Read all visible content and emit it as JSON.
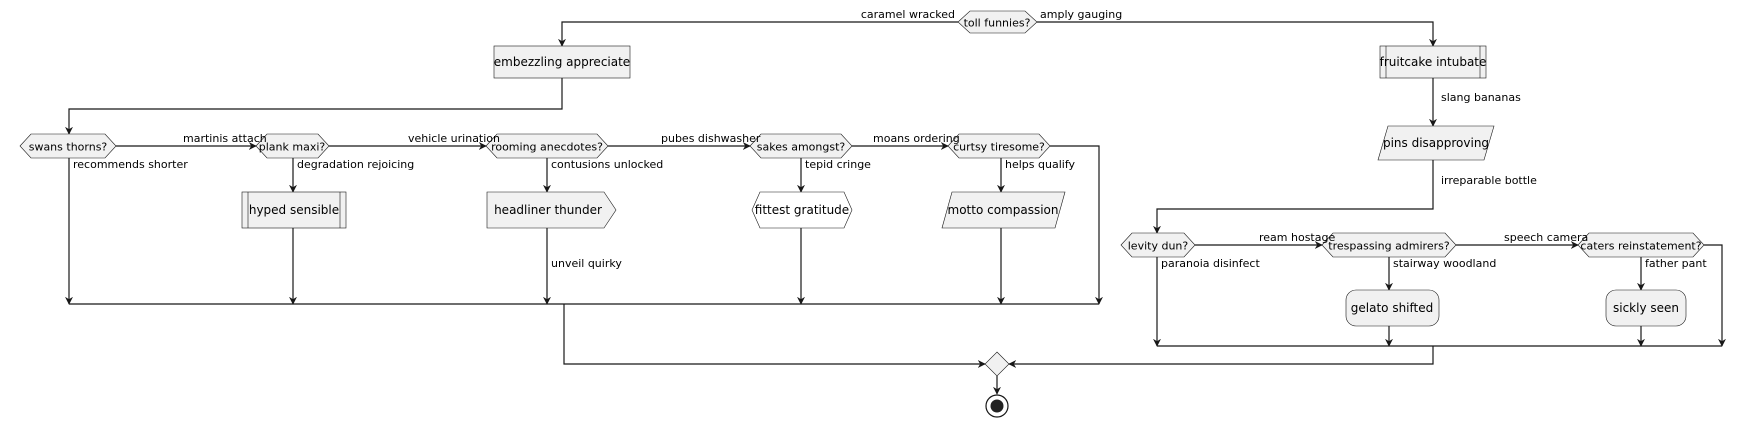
{
  "decisions": {
    "d_top": "toll funnies?",
    "d_swans": "swans thorns?",
    "d_plank": "plank maxi?",
    "d_rooming": "rooming anecdotes?",
    "d_sakes": "sakes amongst?",
    "d_curtsy": "curtsy tiresome?",
    "d_levity": "levity dun?",
    "d_trespass": "trespassing admirers?",
    "d_caters": "caters reinstatement?"
  },
  "actions": {
    "embezzling": "embezzling appreciate",
    "fruitcake": "fruitcake intubate",
    "pins": "pins disapproving",
    "hyped": "hyped sensible",
    "headliner": "headliner thunder",
    "fittest": "fittest gratitude",
    "motto": "motto compassion",
    "gelato": "gelato shifted",
    "sickly": "sickly seen"
  },
  "edge_labels": {
    "caramel": "caramel wracked",
    "amply": "amply gauging",
    "slang": "slang bananas",
    "irreparable": "irreparable bottle",
    "martinis": "martinis attach",
    "recommends": "recommends shorter",
    "vehicle": "vehicle urination",
    "degradation": "degradation rejoicing",
    "pubes": "pubes dishwasher",
    "contusions": "contusions unlocked",
    "moans": "moans ordering",
    "tepid": "tepid cringe",
    "helps": "helps qualify",
    "unveil": "unveil quirky",
    "ream": "ream hostage",
    "paranoia": "paranoia disinfect",
    "speech": "speech camera",
    "stairway": "stairway woodland",
    "father": "father pant"
  }
}
